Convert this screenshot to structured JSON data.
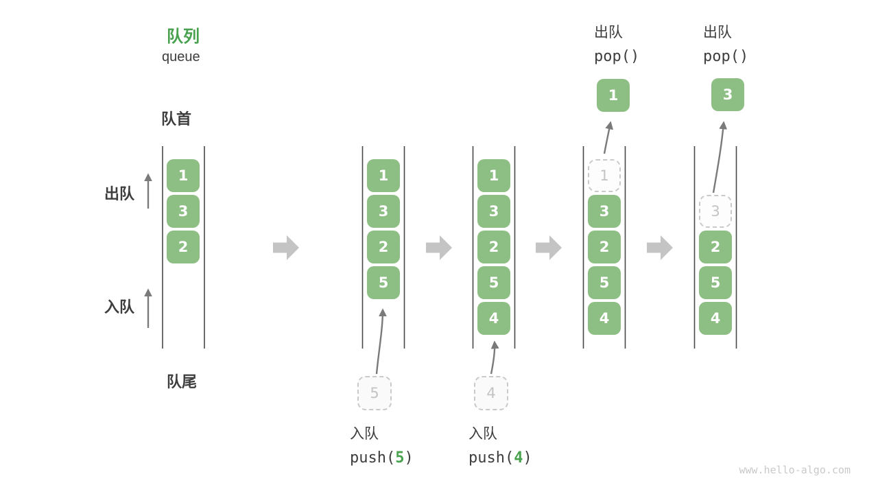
{
  "header": {
    "title_zh": "队列",
    "title_en": "queue"
  },
  "side_labels": {
    "front": "队首",
    "rear": "队尾",
    "dequeue": "出队",
    "enqueue": "入队"
  },
  "watermark": "www.hello-algo.com",
  "colors": {
    "title_green": "#47a14d",
    "cell_green": "#8dbe84",
    "text_dark": "#3d3d3d",
    "block_arrow_gray": "#c4c4c4",
    "thin_arrow_gray": "#7a7a7a",
    "ghost_border_gray": "#c9c9c9",
    "ghost_text_gray": "#c3c3c3",
    "watermark_gray": "#c9c9c9"
  },
  "states": [
    {
      "cells": [
        "1",
        "3",
        "2"
      ]
    },
    {
      "cells": [
        "1",
        "3",
        "2",
        "5"
      ],
      "staged": "5",
      "op": {
        "zh": "入队",
        "fn": "push(",
        "arg": "5",
        "close": ")"
      }
    },
    {
      "cells": [
        "1",
        "3",
        "2",
        "5",
        "4"
      ],
      "staged": "4",
      "op": {
        "zh": "入队",
        "fn": "push(",
        "arg": "4",
        "close": ")"
      }
    },
    {
      "ghost": "1",
      "cells": [
        "3",
        "2",
        "5",
        "4"
      ],
      "popped": "1",
      "op": {
        "zh": "出队",
        "fn": "pop()"
      }
    },
    {
      "ghost": "3",
      "cells": [
        "2",
        "5",
        "4"
      ],
      "popped": "3",
      "op": {
        "zh": "出队",
        "fn": "pop()"
      }
    }
  ]
}
